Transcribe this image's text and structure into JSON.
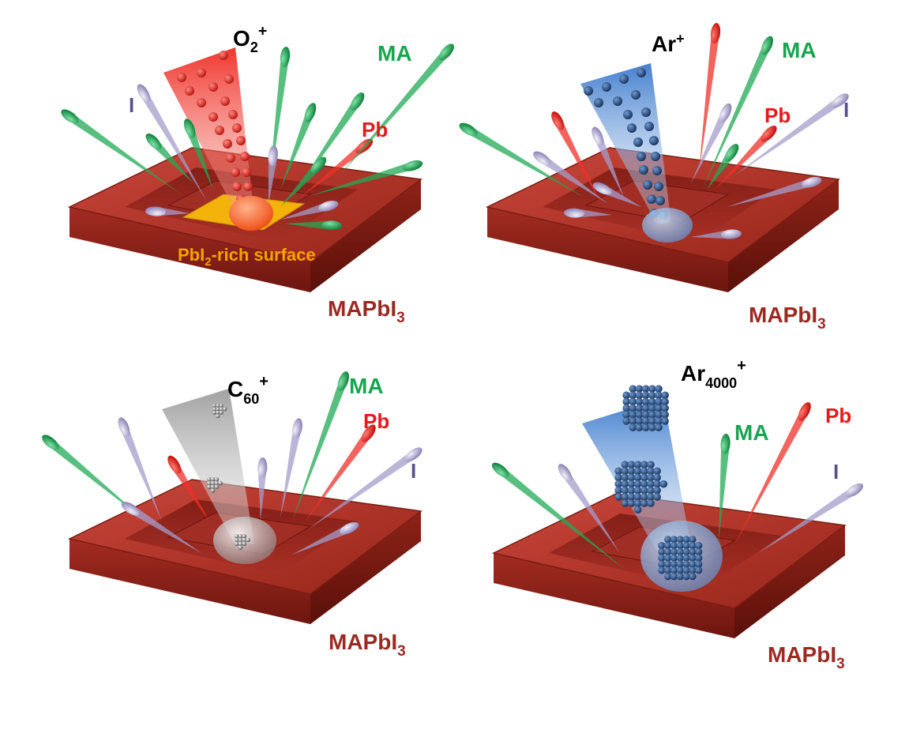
{
  "panels": [
    {
      "beam_base": "O",
      "beam_sub": "2",
      "beam_sup": "+",
      "labels": {
        "ma": "MA",
        "pb": "Pb",
        "i": "I"
      },
      "surface": {
        "base": "PbI",
        "sub": "2",
        "rest": "-rich surface"
      },
      "substrate": {
        "base": "MAPbI",
        "sub": "3"
      }
    },
    {
      "beam_base": "Ar",
      "beam_sub": "",
      "beam_sup": "+",
      "labels": {
        "ma": "MA",
        "pb": "Pb",
        "i": "I"
      },
      "substrate": {
        "base": "MAPbI",
        "sub": "3"
      }
    },
    {
      "beam_base": "C",
      "beam_sub": "60",
      "beam_sup": "+",
      "labels": {
        "ma": "MA",
        "pb": "Pb",
        "i": "I"
      },
      "substrate": {
        "base": "MAPbI",
        "sub": "3"
      }
    },
    {
      "beam_base": "Ar",
      "beam_sub": "4000",
      "beam_sup": "+",
      "labels": {
        "ma": "MA",
        "pb": "Pb",
        "i": "I"
      },
      "substrate": {
        "base": "MAPbI",
        "sub": "3"
      }
    }
  ],
  "colors": {
    "ma": "#17a650",
    "pb": "#e8191c",
    "i": "#5e4f8c",
    "substrate_label": "#9a2a22",
    "surface_label": "#f5a300",
    "slab_top": "#b8382d",
    "slab_side": "#8f2218",
    "beam_o2": "#f0392e",
    "beam_ar": "#3d7fd0",
    "beam_c60": "#a8a8a8",
    "beam_cluster": "#2e6fc4"
  }
}
